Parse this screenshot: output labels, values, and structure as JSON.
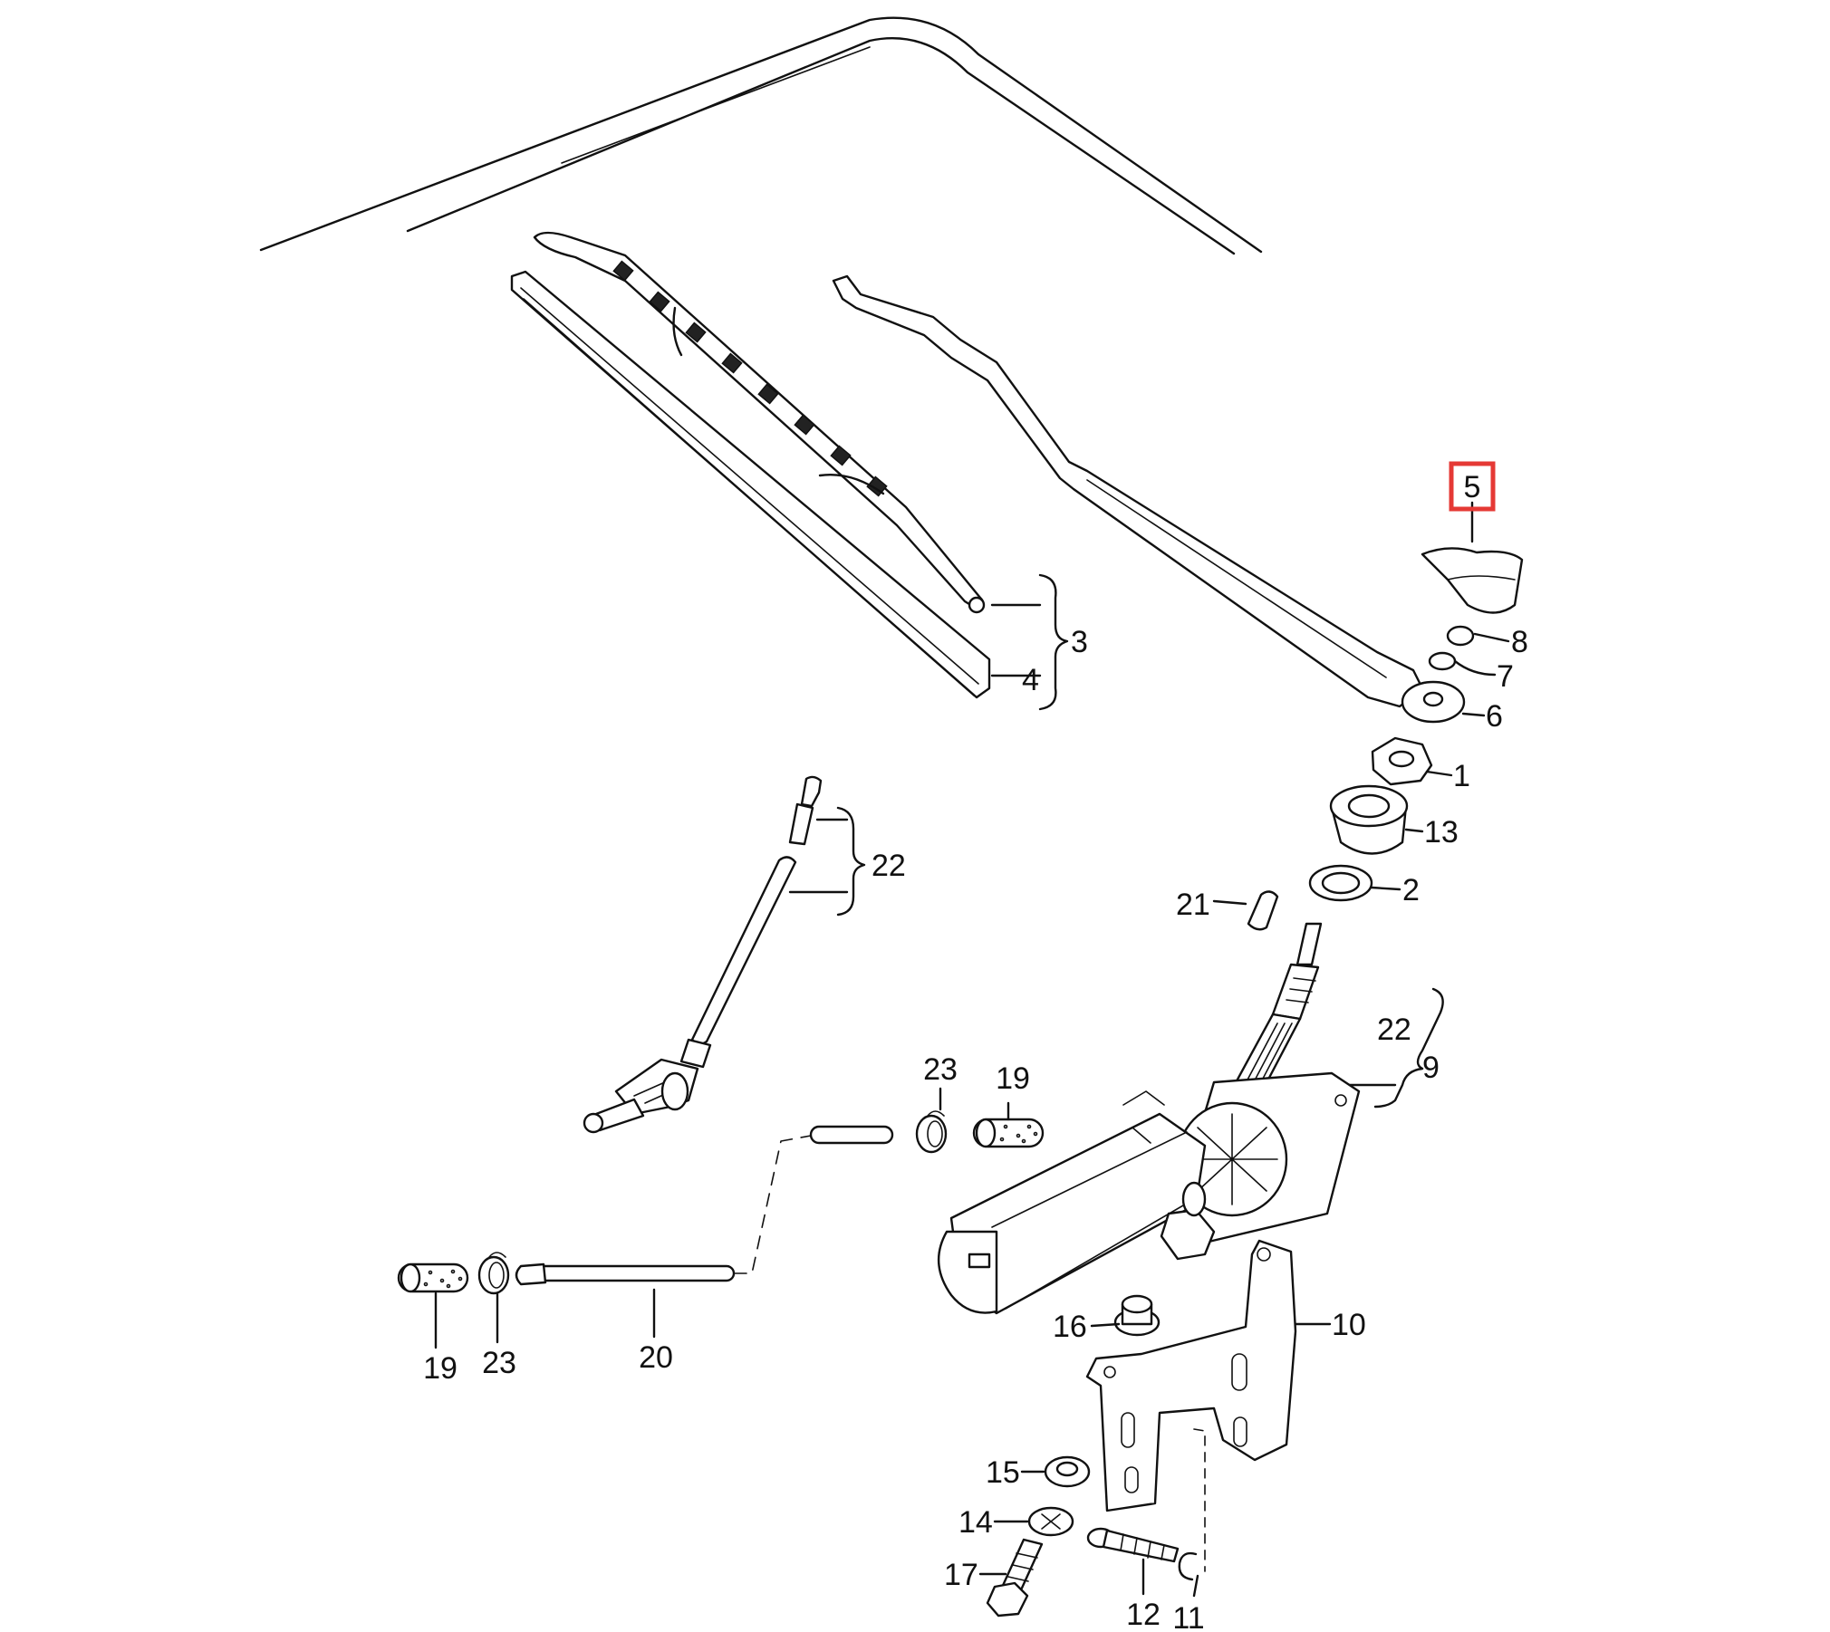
{
  "diagram": {
    "highlight_color": "#e53935",
    "highlighted_label": "5",
    "labels": {
      "l1": "1",
      "l2": "2",
      "l3": "3",
      "l4": "4",
      "l5": "5",
      "l6": "6",
      "l7": "7",
      "l8": "8",
      "l9": "9",
      "l10": "10",
      "l11": "11",
      "l12": "12",
      "l13": "13",
      "l14": "14",
      "l15": "15",
      "l16": "16",
      "l17": "17",
      "l19a": "19",
      "l19b": "19",
      "l20": "20",
      "l21": "21",
      "l22a": "22",
      "l22b": "22",
      "l23a": "23",
      "l23b": "23"
    }
  }
}
